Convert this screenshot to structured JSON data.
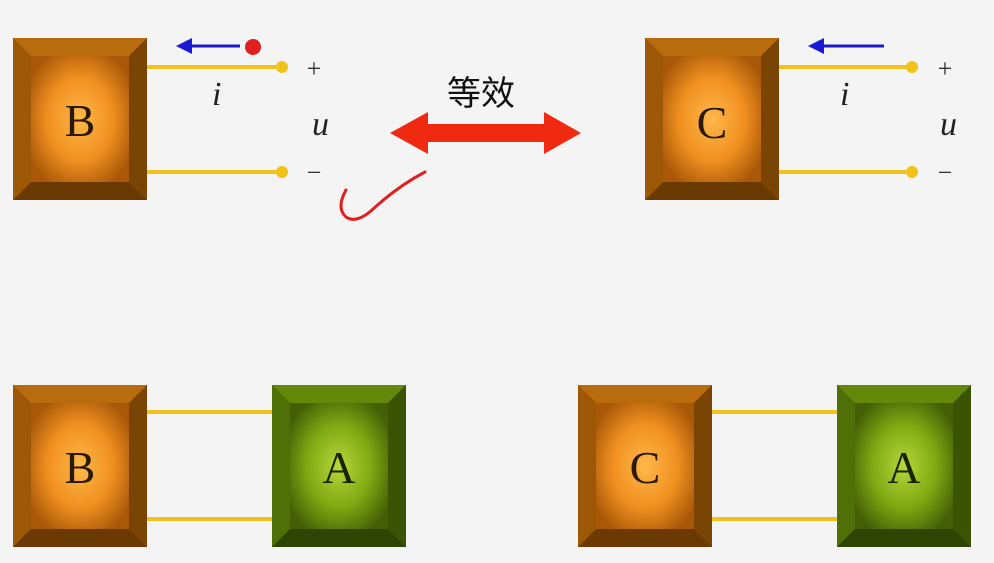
{
  "top_left": {
    "box_label": "B",
    "current_label": "i",
    "voltage_label": "u",
    "plus": "+",
    "minus": "−"
  },
  "top_right": {
    "box_label": "C",
    "current_label": "i",
    "voltage_label": "u",
    "plus": "+",
    "minus": "−"
  },
  "equivalence_label": "等效",
  "bottom_left": {
    "left_box": "B",
    "right_box": "A"
  },
  "bottom_right": {
    "left_box": "C",
    "right_box": "A"
  },
  "colors": {
    "background": "#f4f4f4",
    "orange_box": "#c46a08",
    "green_box": "#4f6e06",
    "wire": "#f2c21a",
    "current_arrow": "#1a1ad6",
    "double_arrow": "#f02a10",
    "annotation": "#e02020"
  }
}
